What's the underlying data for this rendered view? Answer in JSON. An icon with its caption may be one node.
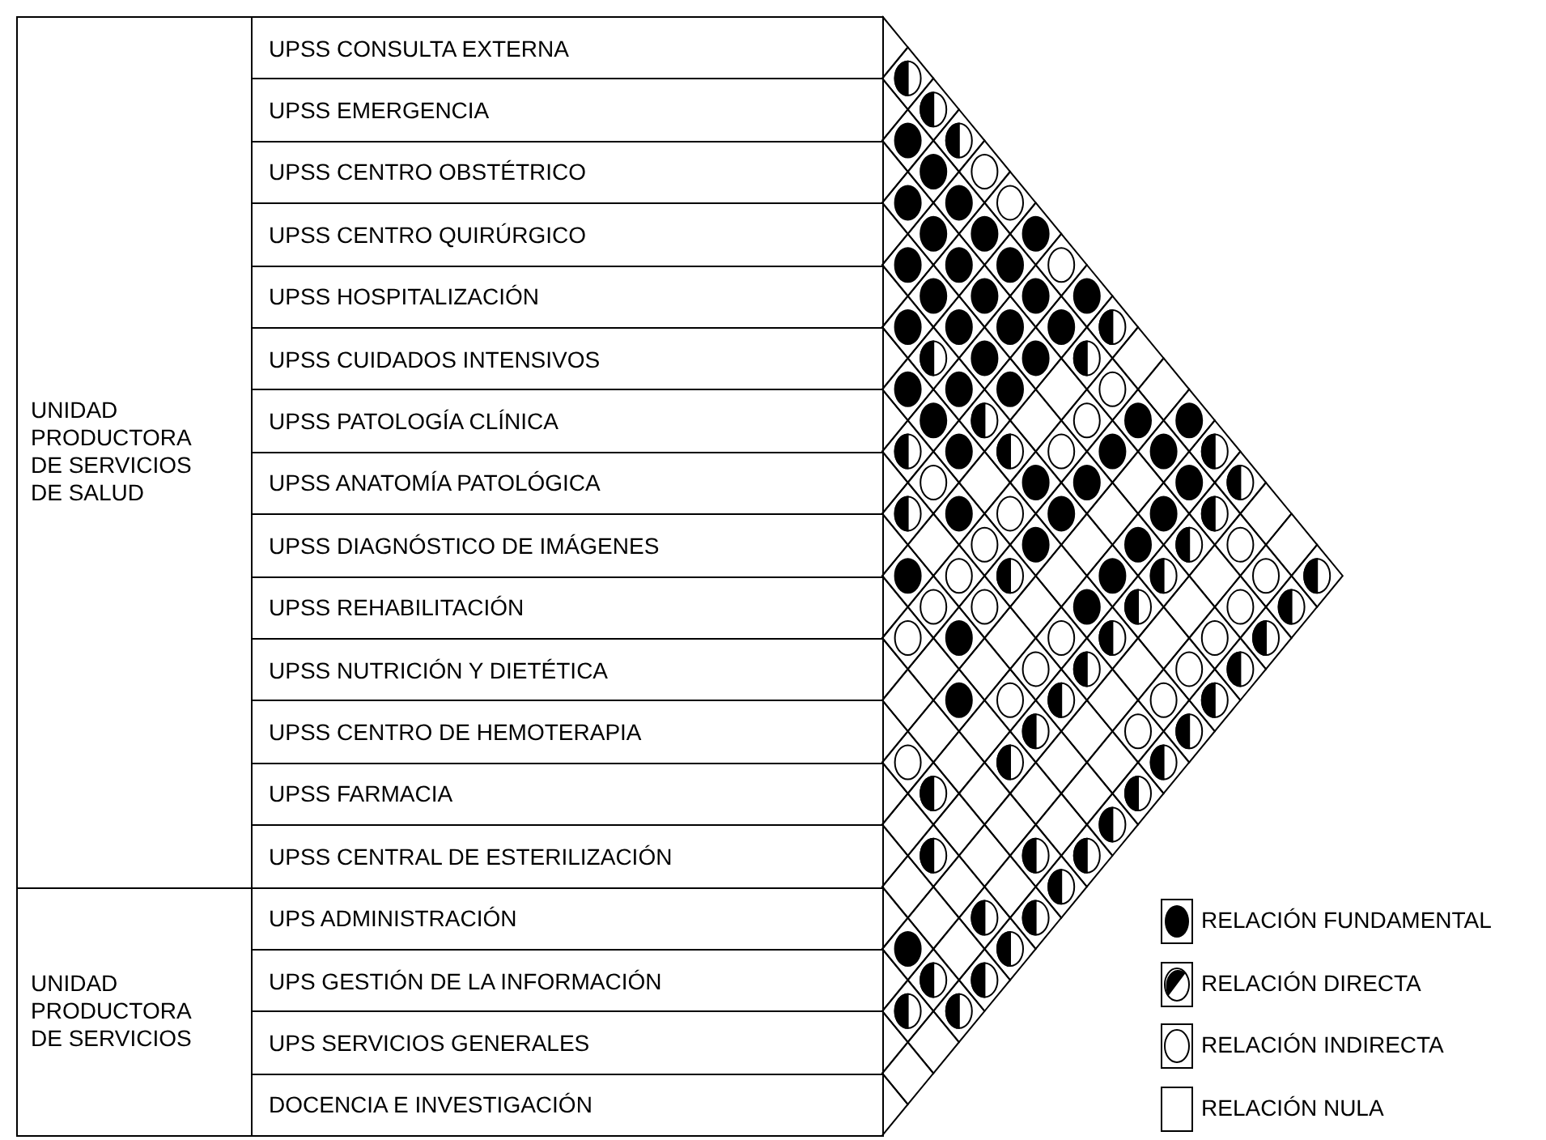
{
  "diagram": {
    "nodes": [
      {
        "text": [
          "UNIDAD PRODUCTORA DE SERVICIOS DE SALUD"
        ]
      },
      {
        "text": [
          "UPSS CONSULTA EXTERNA"
        ]
      },
      {
        "text": [
          "UPSS EMERGENCIA"
        ]
      },
      {
        "text": [
          "UPSS CENTRO OBSTÉTRICO"
        ]
      },
      {
        "text": [
          "UPSS CENTRO QUIRÚRGICO"
        ]
      },
      {
        "text": [
          "UPSS HOSPITALIZACIÓN"
        ]
      },
      {
        "text": [
          "UPSS CUIDADOS INTENSIVOS"
        ]
      },
      {
        "text": [
          "UPSS PATOLOGÍA CLÍNICA"
        ]
      },
      {
        "text": [
          "UPSS ANATOMÍA PATOLÓGICA"
        ]
      },
      {
        "text": [
          "UPSS DIAGNÓSTICO DE IMÁGENES"
        ]
      },
      {
        "text": [
          "UPSS REHABILITACIÓN"
        ]
      },
      {
        "text": [
          "UPSS NUTRICIÓN Y DIETÉTICA"
        ]
      },
      {
        "text": [
          "UPSS CENTRO DE HEMOTERAPIA"
        ]
      },
      {
        "text": [
          "UPSS FARMACIA"
        ]
      },
      {
        "text": [
          "UPSS CENTRAL DE ESTERILIZACIÓN"
        ]
      },
      {
        "text": [
          "UNIDAD PRODUCTORA DE SERVICIOS"
        ]
      },
      {
        "text": [
          "UPS ADMINISTRACIÓN"
        ]
      },
      {
        "text": [
          "UPS GESTIÓN DE LA INFORMACIÓN"
        ]
      },
      {
        "text": [
          "UPS SERVICIOS GENERALES"
        ]
      },
      {
        "text": [
          "DOCENCIA E INVESTIGACIÓN"
        ]
      }
    ],
    "legend": [
      {
        "text": "RELACIÓN FUNDAMENTAL"
      },
      {
        "text": "RELACIÓN DIRECTA"
      },
      {
        "text": "RELACIÓN INDIRECTA"
      },
      {
        "text": "RELACIÓN NULA"
      }
    ]
  }
}
